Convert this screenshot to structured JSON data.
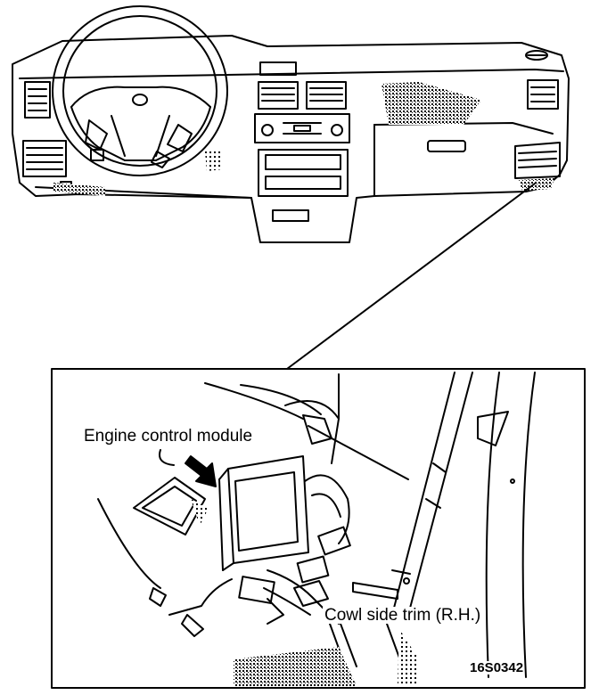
{
  "figure": {
    "labels": {
      "engine_control_module": "Engine control module",
      "cowl_side_trim": "Cowl side trim (R.H.)"
    },
    "figure_code": "16S0342"
  }
}
